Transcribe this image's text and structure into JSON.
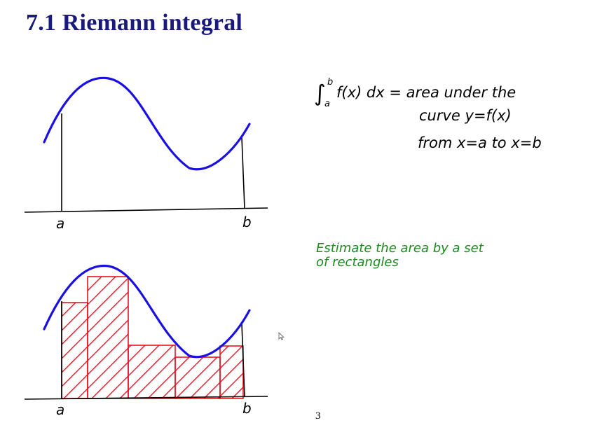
{
  "slide": {
    "title": "7.1 Riemann integral",
    "page_number": "3"
  },
  "top_graph": {
    "label_a": "a",
    "label_b": "b"
  },
  "bottom_graph": {
    "label_a": "a",
    "label_b": "b"
  },
  "note_definition": {
    "integral_sign": "∫",
    "upper_limit": "b",
    "lower_limit": "a",
    "line1_rest": "f(x) dx = area under the",
    "line2": "curve  y=f(x)",
    "line3": "from  x=a  to x=b"
  },
  "note_estimate": {
    "line1": "Estimate the area by a set",
    "line2": "of rectangles"
  },
  "colors": {
    "title": "#1a1a7a",
    "curve": "#1a10e0",
    "rectangles": "#e8141e",
    "estimate_note": "#1e8a1e",
    "ink": "#000000"
  }
}
